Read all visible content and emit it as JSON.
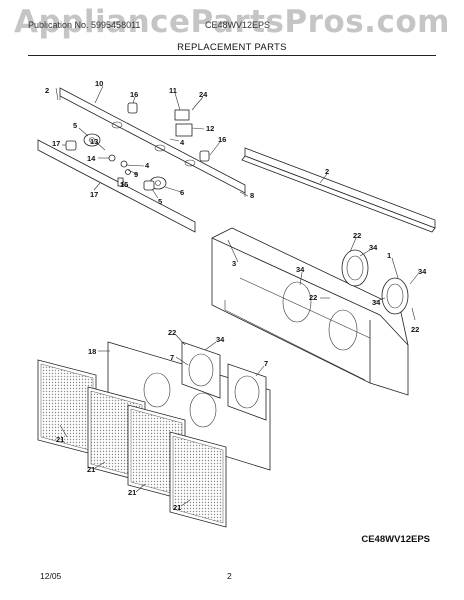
{
  "watermark": "AppliancePartsPros.com",
  "header": {
    "left": "Publication No. 5995458011",
    "right": "CE48WV12EPS"
  },
  "section_title": "REPLACEMENT PARTS",
  "model_code": "CE48WV12EPS",
  "footer": {
    "date": "12/05",
    "page": "2"
  },
  "callouts": [
    "2",
    "10",
    "16",
    "11",
    "24",
    "12",
    "4",
    "5",
    "13",
    "17",
    "14",
    "9",
    "15",
    "4",
    "16",
    "6",
    "5",
    "17",
    "8",
    "2",
    "3",
    "22",
    "34",
    "1",
    "34",
    "34",
    "22",
    "34",
    "22",
    "22",
    "34",
    "18",
    "7",
    "7",
    "21",
    "21",
    "21",
    "21"
  ]
}
